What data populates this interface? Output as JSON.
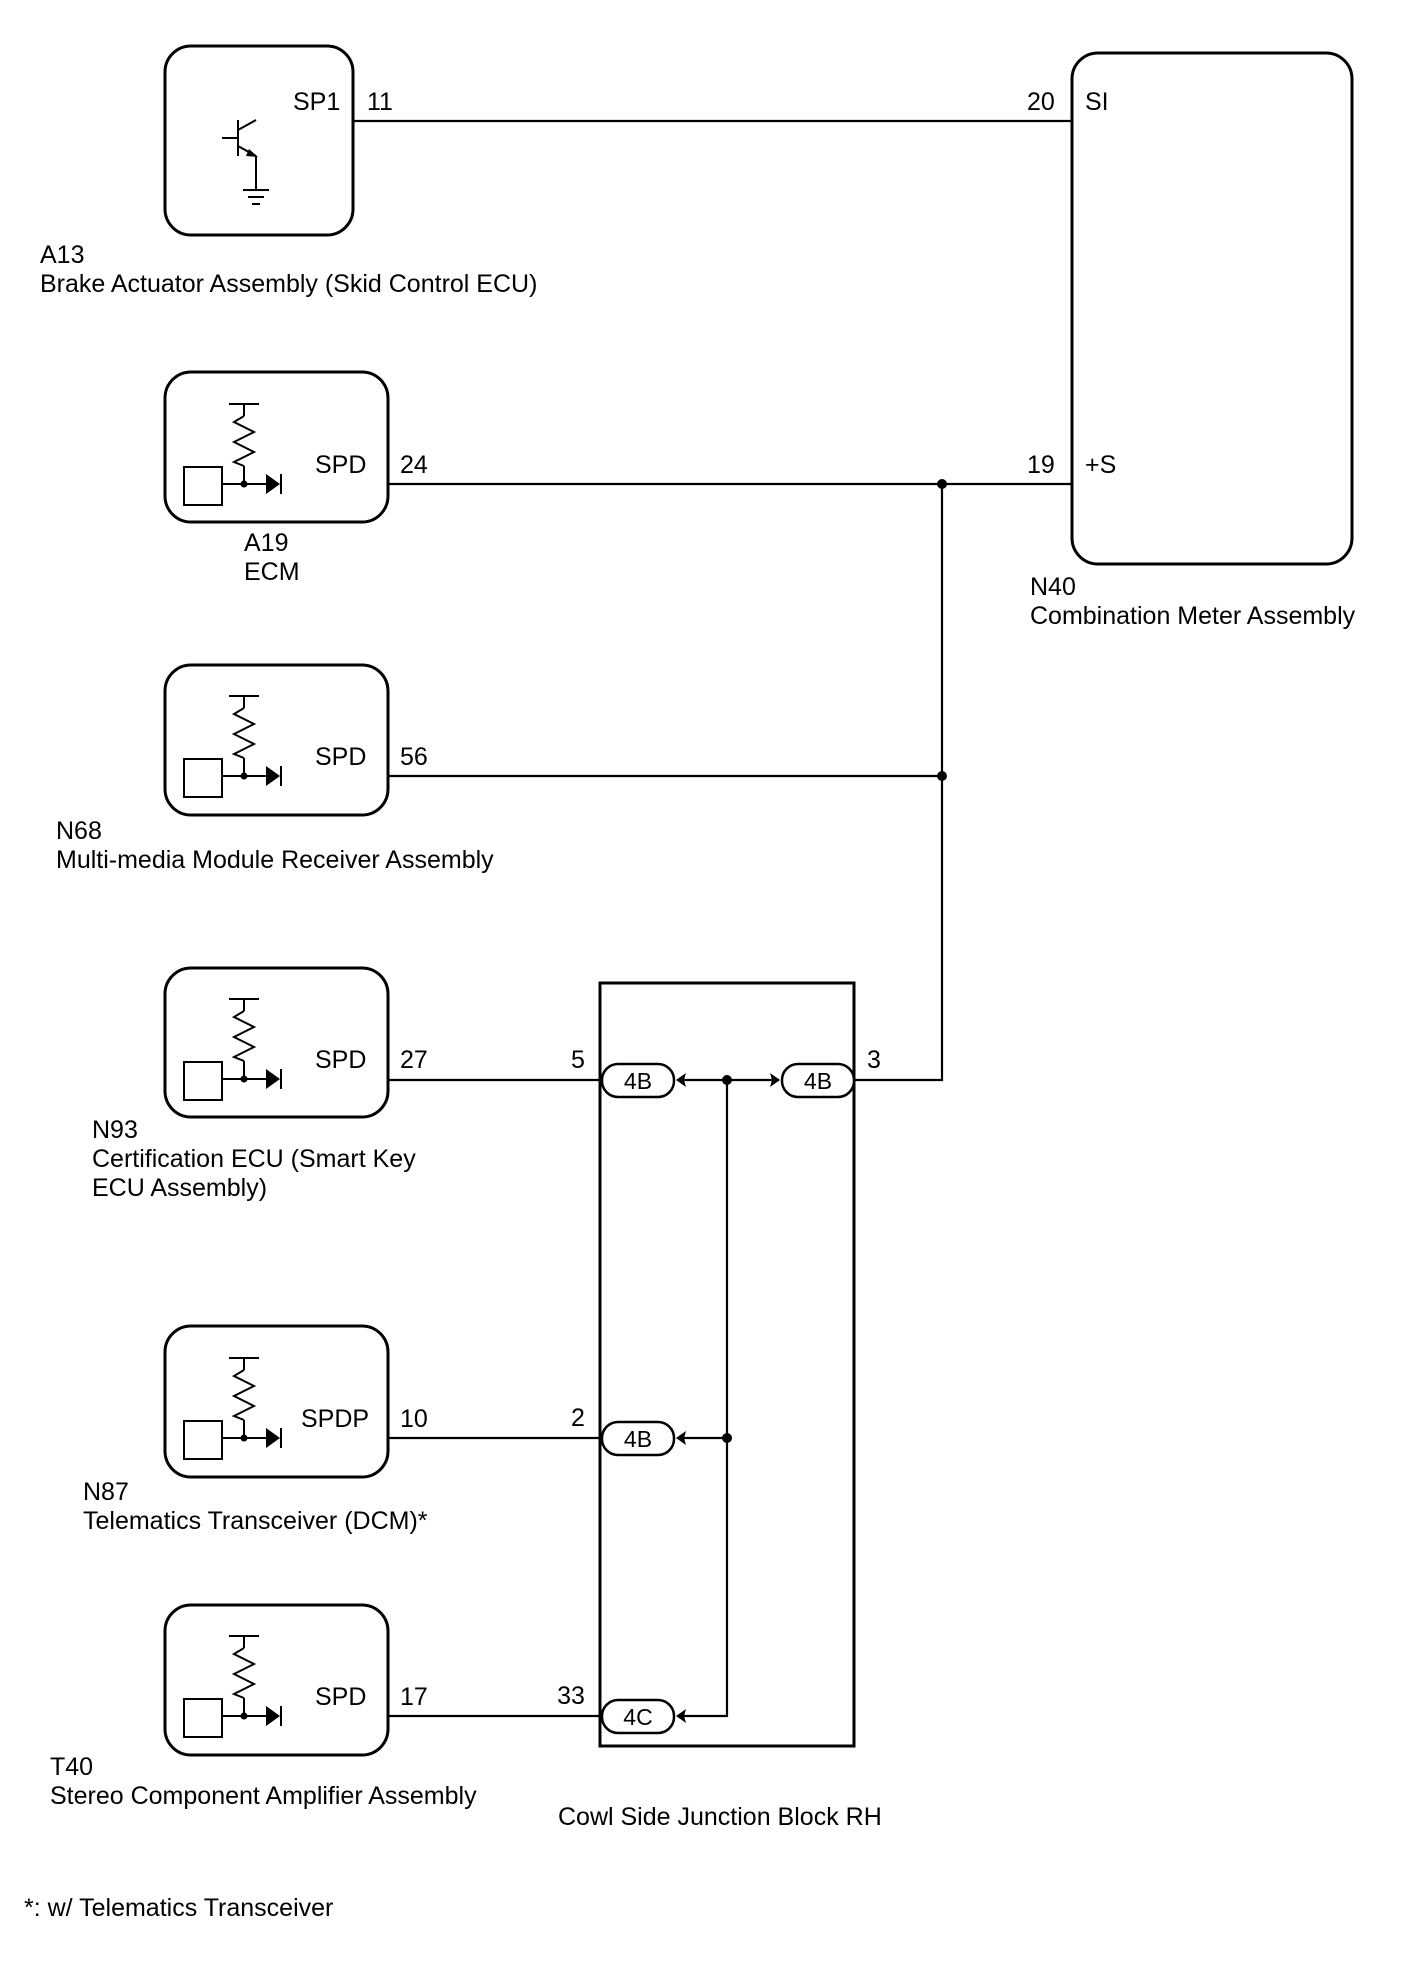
{
  "components": {
    "a13": {
      "code": "A13",
      "name": "Brake Actuator Assembly (Skid Control ECU)",
      "pin_name": "SP1",
      "pin_no": "11"
    },
    "a19": {
      "code": "A19",
      "name": "ECM",
      "pin_name": "SPD",
      "pin_no": "24"
    },
    "n40": {
      "code": "N40",
      "name": "Combination Meter Assembly",
      "pin1_name": "SI",
      "pin1_no": "20",
      "pin2_name": "+S",
      "pin2_no": "19"
    },
    "n68": {
      "code": "N68",
      "name": "Multi-media Module Receiver Assembly",
      "pin_name": "SPD",
      "pin_no": "56"
    },
    "n93": {
      "code": "N93",
      "name_line1": "Certification ECU (Smart Key",
      "name_line2": "ECU Assembly)",
      "pin_name": "SPD",
      "pin_no": "27"
    },
    "n87": {
      "code": "N87",
      "name": "Telematics Transceiver (DCM)*",
      "pin_name": "SPDP",
      "pin_no": "10"
    },
    "t40": {
      "code": "T40",
      "name": "Stereo Component Amplifier Assembly",
      "pin_name": "SPD",
      "pin_no": "17"
    }
  },
  "junction_block": {
    "name": "Cowl Side Junction Block RH",
    "connectors": [
      {
        "id": "4B",
        "pin": "5"
      },
      {
        "id": "4B",
        "pin": "3"
      },
      {
        "id": "4B",
        "pin": "2"
      },
      {
        "id": "4C",
        "pin": "33"
      }
    ]
  },
  "footnote": "*: w/ Telematics Transceiver"
}
